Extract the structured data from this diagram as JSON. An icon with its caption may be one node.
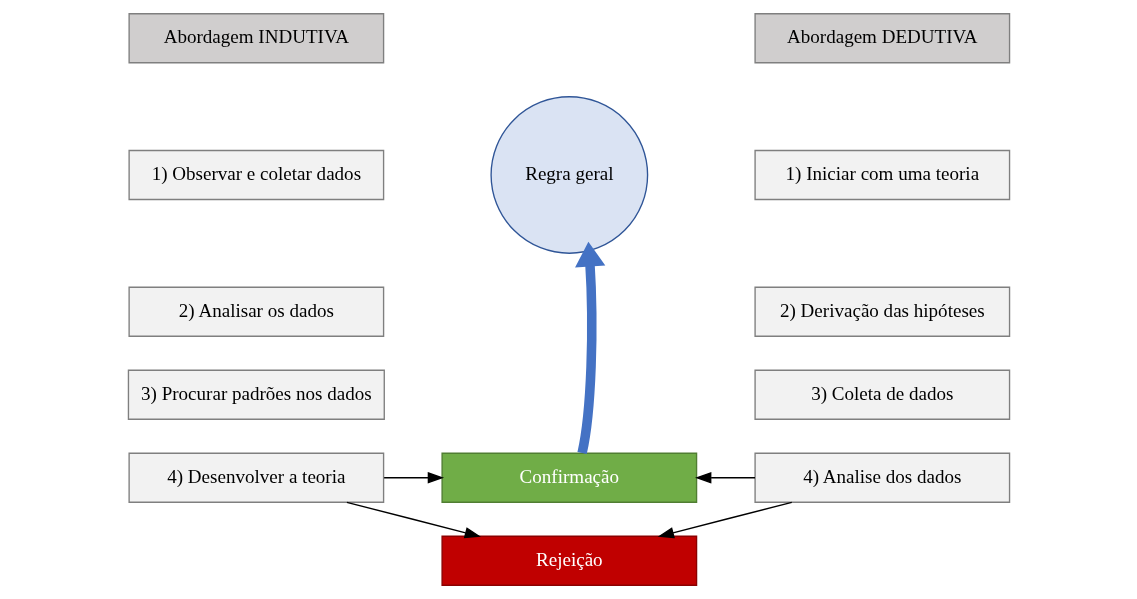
{
  "diagram": {
    "nodes": [
      {
        "text": [
          "Abordagem INDUTIVA"
        ]
      },
      {
        "text": [
          "1) Observar e coletar dados"
        ]
      },
      {
        "text": [
          "2) Analisar os dados"
        ]
      },
      {
        "text": [
          "3) Procurar padrões nos dados"
        ]
      },
      {
        "text": [
          "4) Desenvolver a teoria"
        ]
      },
      {
        "text": [
          "Regra geral"
        ]
      },
      {
        "text": [
          "Confirmação"
        ]
      },
      {
        "text": [
          "Rejeição"
        ]
      },
      {
        "text": [
          "Abordagem DEDUTIVA"
        ]
      },
      {
        "text": [
          "1) Iniciar com uma teoria"
        ]
      },
      {
        "text": [
          "2) Derivação das hipóteses"
        ]
      },
      {
        "text": [
          "3) Coleta de dados"
        ]
      },
      {
        "text": [
          "4) Analise dos dados"
        ]
      }
    ],
    "edges": [
      {
        "from": 4,
        "to": 6,
        "arrow": "to"
      },
      {
        "from": 4,
        "to": 7,
        "arrow": "to"
      },
      {
        "from": 12,
        "to": 6,
        "arrow": "to"
      },
      {
        "from": 12,
        "to": 7,
        "arrow": "to"
      },
      {
        "from": 6,
        "to": 5,
        "arrow": "to",
        "style": "thick",
        "color": "#4472c4"
      }
    ]
  }
}
